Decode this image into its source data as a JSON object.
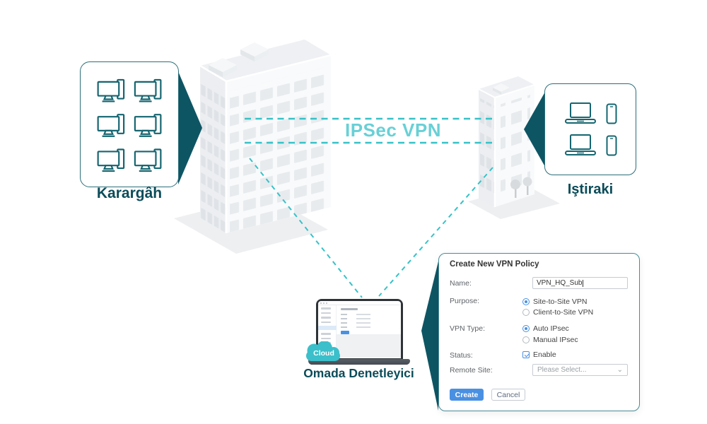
{
  "diagram": {
    "link_label": "IPSec VPN",
    "hq": {
      "label": "Karargâh"
    },
    "subsidiary": {
      "label": "Iştiraki"
    },
    "controller": {
      "label": "Omada Denetleyici",
      "badge": "Cloud"
    }
  },
  "dialog": {
    "title": "Create New VPN Policy",
    "name": {
      "label": "Name:",
      "value": "VPN_HQ_Sub"
    },
    "purpose": {
      "label": "Purpose:",
      "options": [
        "Site-to-Site VPN",
        "Client-to-Site VPN"
      ],
      "selected": "Site-to-Site VPN"
    },
    "vpn_type": {
      "label": "VPN Type:",
      "options": [
        "Auto IPsec",
        "Manual IPsec"
      ],
      "selected": "Auto IPsec"
    },
    "status": {
      "label": "Status:",
      "option": "Enable",
      "checked": true
    },
    "remote_site": {
      "label": "Remote Site:",
      "value": "Please Select..."
    },
    "create_label": "Create",
    "cancel_label": "Cancel"
  },
  "colors": {
    "dark_teal": "#0e5564",
    "turquoise": "#35c2c8",
    "accent_blue": "#4a90e2",
    "label_teal": "#0b4c59"
  }
}
